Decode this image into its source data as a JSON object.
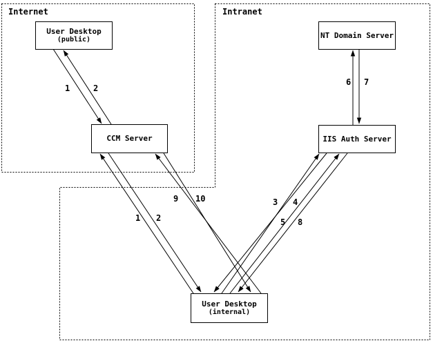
{
  "diagram": {
    "background": "#ffffff",
    "line_color": "#000000",
    "zones": [
      {
        "id": "internet",
        "label": "Internet"
      },
      {
        "id": "intranet",
        "label": "Intranet"
      }
    ],
    "nodes": [
      {
        "id": "user-desktop-public",
        "title": "User Desktop",
        "subtitle": "(public)",
        "zone": "internet"
      },
      {
        "id": "ccm-server",
        "title": "CCM Server",
        "subtitle": "",
        "zone": "internet"
      },
      {
        "id": "nt-domain-server",
        "title": "NT Domain Server",
        "subtitle": "",
        "zone": "intranet"
      },
      {
        "id": "iis-auth-server",
        "title": "IIS Auth Server",
        "subtitle": "",
        "zone": "intranet"
      },
      {
        "id": "user-desktop-internal",
        "title": "User Desktop",
        "subtitle": "(internal)",
        "zone": "intranet"
      }
    ],
    "edges": [
      {
        "label": "1",
        "from": "user-desktop-public",
        "to": "ccm-server"
      },
      {
        "label": "2",
        "from": "ccm-server",
        "to": "user-desktop-public"
      },
      {
        "label": "1",
        "from": "user-desktop-internal",
        "to": "ccm-server"
      },
      {
        "label": "2",
        "from": "ccm-server",
        "to": "user-desktop-internal"
      },
      {
        "label": "9",
        "from": "user-desktop-internal",
        "to": "ccm-server"
      },
      {
        "label": "10",
        "from": "ccm-server",
        "to": "user-desktop-internal"
      },
      {
        "label": "3",
        "from": "user-desktop-internal",
        "to": "iis-auth-server"
      },
      {
        "label": "4",
        "from": "iis-auth-server",
        "to": "user-desktop-internal"
      },
      {
        "label": "5",
        "from": "user-desktop-internal",
        "to": "iis-auth-server"
      },
      {
        "label": "8",
        "from": "iis-auth-server",
        "to": "user-desktop-internal"
      },
      {
        "label": "6",
        "from": "iis-auth-server",
        "to": "nt-domain-server"
      },
      {
        "label": "7",
        "from": "nt-domain-server",
        "to": "iis-auth-server"
      }
    ]
  }
}
